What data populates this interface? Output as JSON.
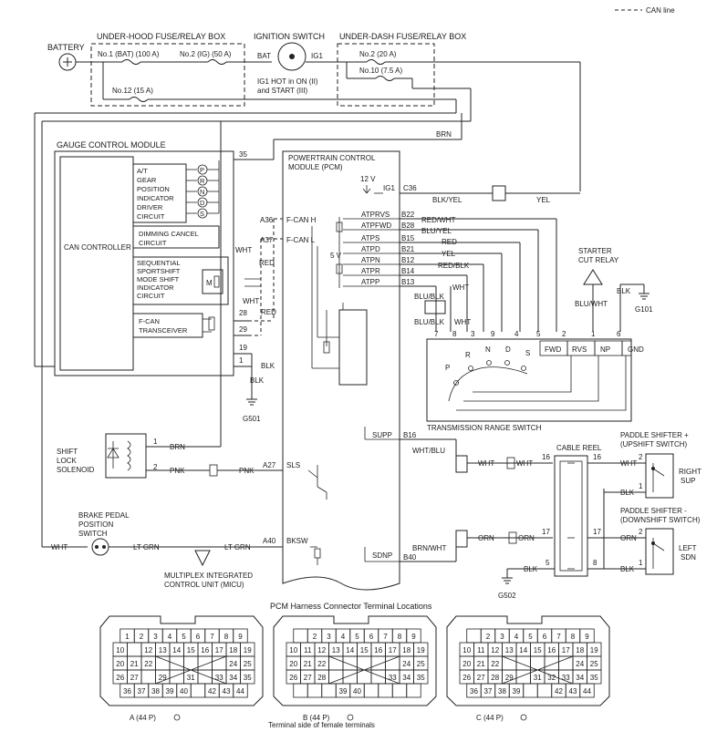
{
  "legend": {
    "can_line": "CAN line"
  },
  "top": {
    "battery": "BATTERY",
    "under_hood_box": "UNDER-HOOD FUSE/RELAY BOX",
    "fuse_bat": "No.1 (BAT) (100 A)",
    "fuse_ig": "No.2 (IG) (50 A)",
    "fuse_12": "No.12 (15 A)",
    "ignition_switch": "IGNITION SWITCH",
    "bat": "BAT",
    "ig1": "IG1",
    "ig1_hot_1": "IG1 HOT in ON (II)",
    "ig1_hot_2": "and START (III)",
    "under_dash_box": "UNDER-DASH FUSE/RELAY BOX",
    "fuse_20": "No.2 (20 A)",
    "fuse_10": "No.10 (7.5 A)",
    "brn": "BRN"
  },
  "gcm": {
    "title": "GAUGE CONTROL MODULE",
    "can_controller": "CAN CONTROLLER",
    "at_gear_lines": [
      "A/T",
      "GEAR",
      "POSITION",
      "INDICATOR",
      "DRIVER",
      "CIRCUIT"
    ],
    "gear_letters": [
      "P",
      "R",
      "N",
      "D",
      "S"
    ],
    "dimming_lines": [
      "DIMMING CANCEL",
      "CIRCUIT"
    ],
    "sequential_lines": [
      "SEQUENTIAL",
      "SPORTSHIFT",
      "MODE SHIFT",
      "INDICATOR",
      "CIRCUIT"
    ],
    "m_label": "M",
    "fcan_lines": [
      "F-CAN",
      "TRANSCEIVER"
    ],
    "pin35": "35",
    "pin28": "28",
    "pin29": "29",
    "pin19": "19",
    "pin1": "1",
    "wht": "WHT",
    "red": "RED",
    "wht2": "WHT",
    "red2": "RED",
    "blk": "BLK",
    "blk2": "BLK",
    "g501": "G501"
  },
  "pcm": {
    "title_1": "POWERTRAIN CONTROL",
    "title_2": "MODULE (PCM)",
    "v12": "12 V",
    "ig1": "IG1",
    "c36": "C36",
    "blk_yel": "BLK/YEL",
    "yel": "YEL",
    "a36": "A36",
    "fcanh": "F-CAN H",
    "a37": "A37",
    "fcanl": "F-CAN L",
    "v5": "5 V",
    "inputs": [
      {
        "name": "ATPRVS",
        "pin": "B22",
        "wire": "RED/WHT"
      },
      {
        "name": "ATPFWD",
        "pin": "B28",
        "wire": "BLU/YEL"
      },
      {
        "name": "ATPS",
        "pin": "B15",
        "wire": "RED"
      },
      {
        "name": "ATPD",
        "pin": "B21",
        "wire": "YEL"
      },
      {
        "name": "ATPN",
        "pin": "B12",
        "wire": "RED/BLK"
      },
      {
        "name": "ATPR",
        "pin": "B14",
        "wire": ""
      },
      {
        "name": "ATPP",
        "pin": "B13",
        "wire": ""
      }
    ],
    "blu_blk": "BLU/BLK",
    "wht": "WHT",
    "blu_blk2": "BLU/BLK",
    "wht2": "WHT",
    "supp": "SUPP",
    "b16": "B16",
    "a27": "A27",
    "sls": "SLS",
    "a40": "A40",
    "bksw": "BKSW",
    "sdnp": "SDNP",
    "b40": "B40"
  },
  "starter": {
    "title_1": "STARTER",
    "title_2": "CUT RELAY",
    "blu_wht": "BLU/WHT",
    "blk": "BLK",
    "g101": "G101"
  },
  "trs": {
    "title": "TRANSMISSION RANGE SWITCH",
    "pins": [
      "7",
      "8",
      "3",
      "9",
      "4",
      "5",
      "2",
      "1",
      "6"
    ],
    "labels": [
      "FWD",
      "RVS",
      "NP",
      "GND"
    ],
    "contacts": [
      "P",
      "R",
      "N",
      "D",
      "S"
    ]
  },
  "shift_lock": {
    "title_1": "SHIFT",
    "title_2": "LOCK",
    "title_3": "SOLENOID",
    "pin1": "1",
    "pin2": "2",
    "brn": "BRN",
    "pnk": "PNK",
    "pnk2": "PNK"
  },
  "brake": {
    "title_1": "BRAKE PEDAL",
    "title_2": "POSITION",
    "title_3": "SWITCH",
    "wht": "WHT",
    "lt_grn": "LT GRN",
    "lt_grn2": "LT GRN",
    "micu_1": "MULTIPLEX INTEGRATED",
    "micu_2": "CONTROL UNIT (MICU)"
  },
  "paddle": {
    "wht_blu": "WHT/BLU",
    "wht": "WHT",
    "wht2": "WHT",
    "brn_wht": "BRN/WHT",
    "orn": "ORN",
    "orn2": "ORN",
    "cable_reel": "CABLE REEL",
    "up_title_1": "PADDLE SHIFTER +",
    "up_title_2": "(UPSHIFT SWITCH)",
    "right": "RIGHT",
    "sup": "SUP",
    "dn_title_1": "PADDLE SHIFTER -",
    "dn_title_2": "(DOWNSHIFT SWITCH)",
    "left": "LEFT",
    "sdn": "SDN",
    "wht_out": "WHT",
    "blk_up": "BLK",
    "orn_out": "ORN",
    "blk_dn": "BLK",
    "blk_reel": "BLK",
    "g502": "G502",
    "p16a": "16",
    "p16b": "16",
    "p17a": "17",
    "p17b": "17",
    "p5": "5",
    "p8": "8",
    "p2a": "2",
    "p1a": "1",
    "p2b": "2",
    "p1b": "1"
  },
  "connectors": {
    "title": "PCM Harness Connector Terminal Locations",
    "footer": "Terminal side of female terminals",
    "items": [
      {
        "label": "A (44 P)",
        "row1": [
          "1",
          "2",
          "3",
          "4",
          "5",
          "6",
          "7",
          "8",
          "9"
        ],
        "row2": [
          "10",
          "",
          "12",
          "13",
          "14",
          "15",
          "16",
          "17",
          "18",
          "19"
        ],
        "row3": [
          "20",
          "21",
          "22",
          "",
          "",
          "",
          "",
          "",
          "24",
          "25"
        ],
        "row4": [
          "26",
          "27",
          "",
          "29",
          "",
          "31",
          "",
          "33",
          "34",
          "35"
        ],
        "row5": [
          "36",
          "37",
          "38",
          "39",
          "40",
          "",
          "42",
          "43",
          "44"
        ]
      },
      {
        "label": "B (44 P)",
        "row1": [
          "",
          "2",
          "3",
          "4",
          "5",
          "6",
          "7",
          "8",
          "9"
        ],
        "row2": [
          "10",
          "11",
          "12",
          "13",
          "14",
          "15",
          "16",
          "17",
          "18",
          "19"
        ],
        "row3": [
          "20",
          "21",
          "22",
          "",
          "",
          "",
          "",
          "",
          "24",
          "25"
        ],
        "row4": [
          "26",
          "27",
          "28",
          "",
          "",
          "",
          "",
          "33",
          "34",
          "35"
        ],
        "row5": [
          "",
          "",
          "",
          "39",
          "40",
          "",
          "",
          "",
          ""
        ]
      },
      {
        "label": "C (44 P)",
        "row1": [
          "",
          "2",
          "3",
          "4",
          "5",
          "6",
          "7",
          "8",
          "9"
        ],
        "row2": [
          "10",
          "11",
          "12",
          "13",
          "14",
          "15",
          "16",
          "17",
          "18",
          "19"
        ],
        "row3": [
          "20",
          "21",
          "22",
          "",
          "",
          "",
          "",
          "",
          "24",
          "25"
        ],
        "row4": [
          "26",
          "27",
          "28",
          "29",
          "",
          "31",
          "32",
          "33",
          "34",
          "35"
        ],
        "row5": [
          "36",
          "37",
          "38",
          "39",
          "",
          "",
          "42",
          "43",
          "44"
        ]
      }
    ]
  }
}
